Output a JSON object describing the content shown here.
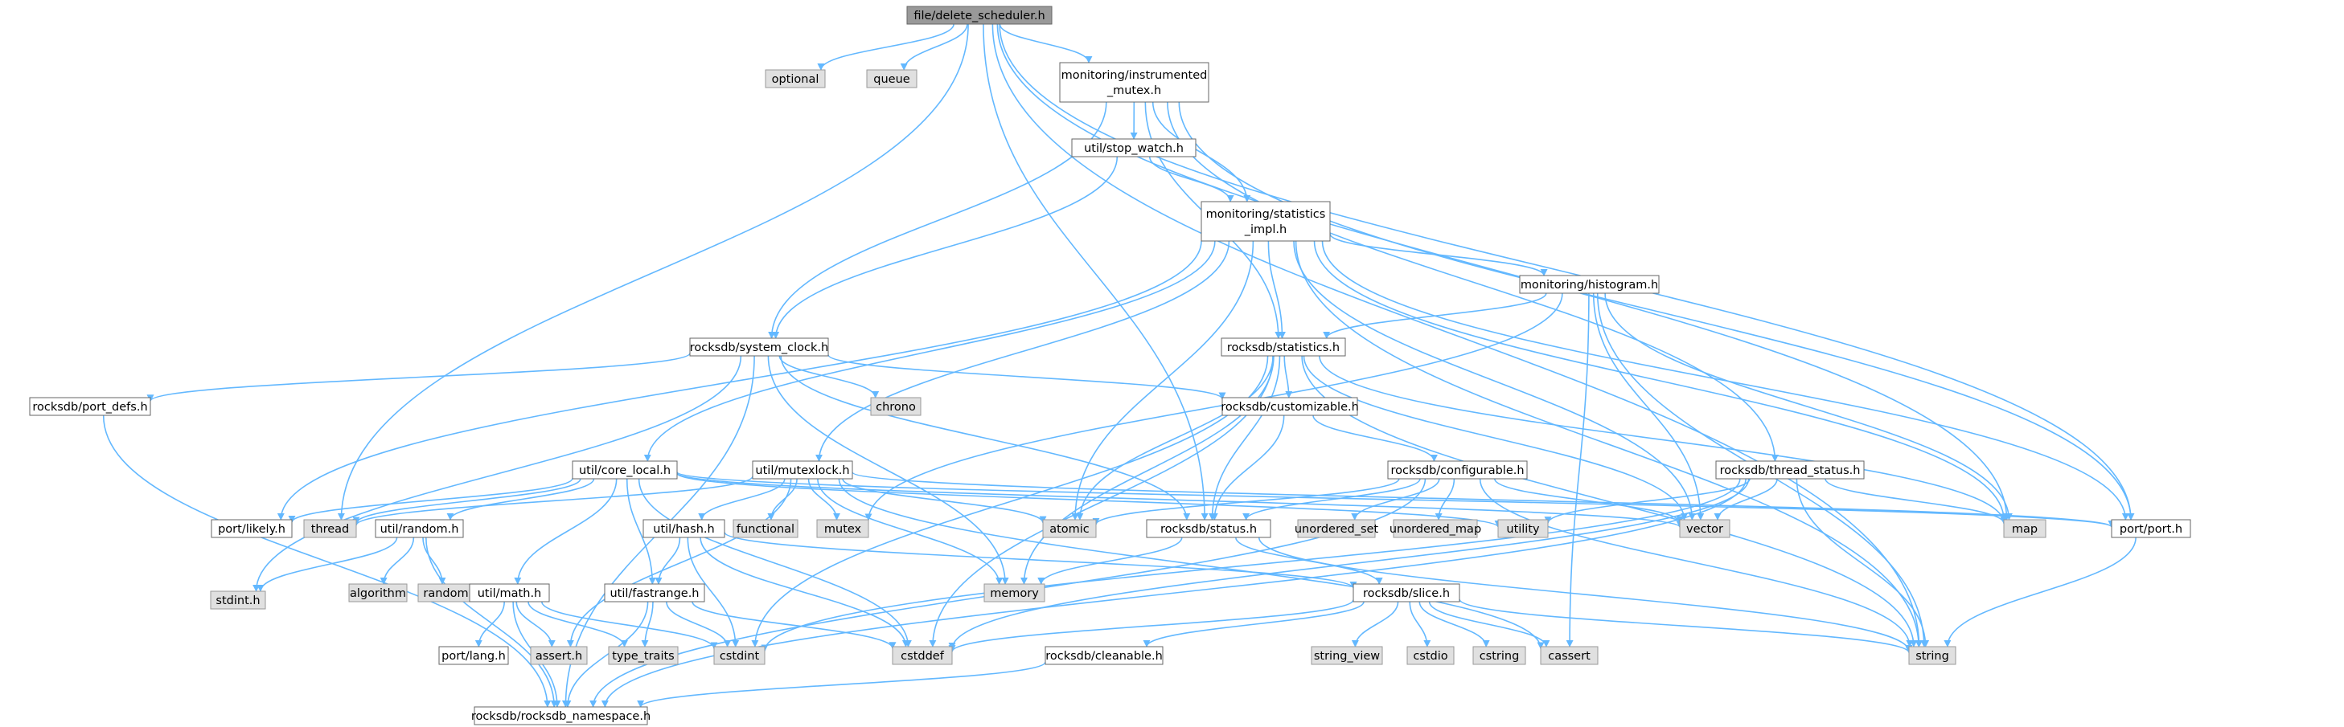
{
  "graph": {
    "colors": {
      "edge": "#63b8ff",
      "root_fill": "#999999",
      "file_fill": "#ffffff",
      "system_fill": "#e0e0e0",
      "border_dark": "#666666",
      "border_light": "#999999"
    },
    "nodes": [
      {
        "id": "root",
        "label": "file/delete_scheduler.h",
        "kind": "root"
      },
      {
        "id": "optional",
        "label": "optional",
        "kind": "system"
      },
      {
        "id": "queue",
        "label": "queue",
        "kind": "system"
      },
      {
        "id": "instr",
        "label": "monitoring/instrumented\n_mutex.h",
        "kind": "file"
      },
      {
        "id": "stopwatch",
        "label": "util/stop_watch.h",
        "kind": "file"
      },
      {
        "id": "statimpl",
        "label": "monitoring/statistics\n_impl.h",
        "kind": "file"
      },
      {
        "id": "histogram",
        "label": "monitoring/histogram.h",
        "kind": "file"
      },
      {
        "id": "sysclock",
        "label": "rocksdb/system_clock.h",
        "kind": "file"
      },
      {
        "id": "statistics",
        "label": "rocksdb/statistics.h",
        "kind": "file"
      },
      {
        "id": "chrono",
        "label": "chrono",
        "kind": "system"
      },
      {
        "id": "customizable",
        "label": "rocksdb/customizable.h",
        "kind": "file"
      },
      {
        "id": "portdefs",
        "label": "rocksdb/port_defs.h",
        "kind": "file"
      },
      {
        "id": "corelocal",
        "label": "util/core_local.h",
        "kind": "file"
      },
      {
        "id": "mutexlock",
        "label": "util/mutexlock.h",
        "kind": "file"
      },
      {
        "id": "configurable",
        "label": "rocksdb/configurable.h",
        "kind": "file"
      },
      {
        "id": "threadstatus",
        "label": "rocksdb/thread_status.h",
        "kind": "file"
      },
      {
        "id": "portlikely",
        "label": "port/likely.h",
        "kind": "file"
      },
      {
        "id": "thread",
        "label": "thread",
        "kind": "system"
      },
      {
        "id": "random",
        "label": "util/random.h",
        "kind": "file"
      },
      {
        "id": "functional",
        "label": "functional",
        "kind": "system"
      },
      {
        "id": "mutex",
        "label": "mutex",
        "kind": "system"
      },
      {
        "id": "atomic",
        "label": "atomic",
        "kind": "system"
      },
      {
        "id": "status",
        "label": "rocksdb/status.h",
        "kind": "file"
      },
      {
        "id": "unordered_set",
        "label": "unordered_set",
        "kind": "system"
      },
      {
        "id": "unordered_map",
        "label": "unordered_map",
        "kind": "system"
      },
      {
        "id": "utility",
        "label": "utility",
        "kind": "system"
      },
      {
        "id": "vector",
        "label": "vector",
        "kind": "system"
      },
      {
        "id": "map",
        "label": "map",
        "kind": "system"
      },
      {
        "id": "portport",
        "label": "port/port.h",
        "kind": "file"
      },
      {
        "id": "hash",
        "label": "util/hash.h",
        "kind": "file"
      },
      {
        "id": "stdint",
        "label": "stdint.h",
        "kind": "system"
      },
      {
        "id": "algorithm",
        "label": "algorithm",
        "kind": "system"
      },
      {
        "id": "randomsys",
        "label": "random",
        "kind": "system"
      },
      {
        "id": "memory",
        "label": "memory",
        "kind": "system"
      },
      {
        "id": "math",
        "label": "util/math.h",
        "kind": "file"
      },
      {
        "id": "fastrange",
        "label": "util/fastrange.h",
        "kind": "file"
      },
      {
        "id": "slice",
        "label": "rocksdb/slice.h",
        "kind": "file"
      },
      {
        "id": "portlang",
        "label": "port/lang.h",
        "kind": "file"
      },
      {
        "id": "assert",
        "label": "assert.h",
        "kind": "system"
      },
      {
        "id": "typetraits",
        "label": "type_traits",
        "kind": "system"
      },
      {
        "id": "cstdint",
        "label": "cstdint",
        "kind": "system"
      },
      {
        "id": "cstddef",
        "label": "cstddef",
        "kind": "system"
      },
      {
        "id": "cleanable",
        "label": "rocksdb/cleanable.h",
        "kind": "file"
      },
      {
        "id": "string_view",
        "label": "string_view",
        "kind": "system"
      },
      {
        "id": "cstdio",
        "label": "cstdio",
        "kind": "system"
      },
      {
        "id": "cstring",
        "label": "cstring",
        "kind": "system"
      },
      {
        "id": "cassert",
        "label": "cassert",
        "kind": "system"
      },
      {
        "id": "string",
        "label": "string",
        "kind": "system"
      },
      {
        "id": "namespace",
        "label": "rocksdb/rocksdb_namespace.h",
        "kind": "file"
      }
    ],
    "edges": [
      [
        "root",
        "optional"
      ],
      [
        "root",
        "queue"
      ],
      [
        "root",
        "instr"
      ],
      [
        "root",
        "status"
      ],
      [
        "root",
        "map"
      ],
      [
        "root",
        "portport"
      ],
      [
        "root",
        "string"
      ],
      [
        "root",
        "thread"
      ],
      [
        "instr",
        "stopwatch"
      ],
      [
        "instr",
        "statimpl"
      ],
      [
        "instr",
        "sysclock"
      ],
      [
        "instr",
        "statistics"
      ],
      [
        "instr",
        "threadstatus"
      ],
      [
        "instr",
        "portport"
      ],
      [
        "stopwatch",
        "statimpl"
      ],
      [
        "stopwatch",
        "sysclock"
      ],
      [
        "statimpl",
        "histogram"
      ],
      [
        "statimpl",
        "statistics"
      ],
      [
        "statimpl",
        "corelocal"
      ],
      [
        "statimpl",
        "mutexlock"
      ],
      [
        "statimpl",
        "portlikely"
      ],
      [
        "statimpl",
        "atomic"
      ],
      [
        "statimpl",
        "vector"
      ],
      [
        "statimpl",
        "map"
      ],
      [
        "statimpl",
        "string"
      ],
      [
        "statimpl",
        "portport"
      ],
      [
        "histogram",
        "statistics"
      ],
      [
        "histogram",
        "mutex"
      ],
      [
        "histogram",
        "vector"
      ],
      [
        "histogram",
        "map"
      ],
      [
        "histogram",
        "string"
      ],
      [
        "histogram",
        "cassert"
      ],
      [
        "sysclock",
        "portdefs"
      ],
      [
        "sysclock",
        "chrono"
      ],
      [
        "sysclock",
        "customizable"
      ],
      [
        "sysclock",
        "status"
      ],
      [
        "sysclock",
        "memory"
      ],
      [
        "sysclock",
        "stdint"
      ],
      [
        "sysclock",
        "namespace"
      ],
      [
        "statistics",
        "customizable"
      ],
      [
        "statistics",
        "status"
      ],
      [
        "statistics",
        "atomic"
      ],
      [
        "statistics",
        "memory"
      ],
      [
        "statistics",
        "vector"
      ],
      [
        "statistics",
        "map"
      ],
      [
        "statistics",
        "string"
      ],
      [
        "statistics",
        "cstddef"
      ],
      [
        "statistics",
        "cstdint"
      ],
      [
        "customizable",
        "configurable"
      ],
      [
        "customizable",
        "status"
      ],
      [
        "configurable",
        "atomic"
      ],
      [
        "configurable",
        "status"
      ],
      [
        "configurable",
        "unordered_set"
      ],
      [
        "configurable",
        "unordered_map"
      ],
      [
        "configurable",
        "vector"
      ],
      [
        "configurable",
        "string"
      ],
      [
        "configurable",
        "namespace"
      ],
      [
        "portdefs",
        "namespace"
      ],
      [
        "corelocal",
        "portlikely"
      ],
      [
        "corelocal",
        "thread"
      ],
      [
        "corelocal",
        "random"
      ],
      [
        "corelocal",
        "math"
      ],
      [
        "corelocal",
        "fastrange"
      ],
      [
        "corelocal",
        "portport"
      ],
      [
        "corelocal",
        "utility"
      ],
      [
        "corelocal",
        "vector"
      ],
      [
        "corelocal",
        "cstddef"
      ],
      [
        "mutexlock",
        "functional"
      ],
      [
        "mutexlock",
        "mutex"
      ],
      [
        "mutexlock",
        "atomic"
      ],
      [
        "mutexlock",
        "hash"
      ],
      [
        "mutexlock",
        "thread"
      ],
      [
        "mutexlock",
        "memory"
      ],
      [
        "mutexlock",
        "assert"
      ],
      [
        "mutexlock",
        "portport"
      ],
      [
        "mutexlock",
        "cassert"
      ],
      [
        "threadstatus",
        "utility"
      ],
      [
        "threadstatus",
        "vector"
      ],
      [
        "threadstatus",
        "map"
      ],
      [
        "threadstatus",
        "string"
      ],
      [
        "threadstatus",
        "cstddef"
      ],
      [
        "threadstatus",
        "cstdint"
      ],
      [
        "threadstatus",
        "namespace"
      ],
      [
        "random",
        "algorithm"
      ],
      [
        "random",
        "randomsys"
      ],
      [
        "random",
        "stdint"
      ],
      [
        "random",
        "namespace"
      ],
      [
        "status",
        "memory"
      ],
      [
        "status",
        "slice"
      ],
      [
        "status",
        "string"
      ],
      [
        "hash",
        "fastrange"
      ],
      [
        "hash",
        "slice"
      ],
      [
        "hash",
        "cstddef"
      ],
      [
        "hash",
        "cstdint"
      ],
      [
        "math",
        "portlang"
      ],
      [
        "math",
        "assert"
      ],
      [
        "math",
        "typetraits"
      ],
      [
        "math",
        "cstdint"
      ],
      [
        "math",
        "namespace"
      ],
      [
        "fastrange",
        "typetraits"
      ],
      [
        "fastrange",
        "cstdint"
      ],
      [
        "fastrange",
        "cstddef"
      ],
      [
        "fastrange",
        "namespace"
      ],
      [
        "slice",
        "cleanable"
      ],
      [
        "slice",
        "string_view"
      ],
      [
        "slice",
        "cstdio"
      ],
      [
        "slice",
        "cstring"
      ],
      [
        "slice",
        "cassert"
      ],
      [
        "slice",
        "string"
      ],
      [
        "slice",
        "cstddef"
      ],
      [
        "cleanable",
        "namespace"
      ],
      [
        "portport",
        "string"
      ]
    ]
  }
}
